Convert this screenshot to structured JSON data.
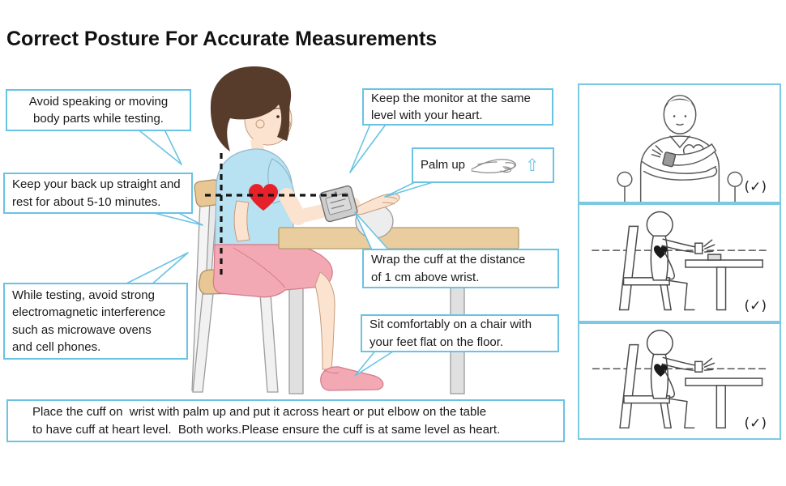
{
  "title": "Correct Posture For Accurate Measurements",
  "callouts": {
    "avoid_speaking": "Avoid speaking or moving\nbody parts while testing.",
    "back_straight": "Keep your back up straight and\nrest for about 5-10 minutes.",
    "electromagnetic": "While testing, avoid strong\nelectromagnetic interference\nsuch as microwave ovens\nand cell phones.",
    "monitor_level": "Keep the monitor at the same\nlevel with your heart.",
    "palm_up": "Palm up",
    "wrap_cuff": "Wrap the cuff at the distance\nof 1 cm above wrist.",
    "sit_comfortably": "Sit comfortably on a chair with\nyour feet flat on the floor.",
    "bottom_note": "Place the cuff on  wrist with palm up and put it across heart or put elbow on the table\nto have cuff at heart level.  Both works.Please ensure the cuff is at same level as heart."
  },
  "icons": {
    "up_arrow": "⇧"
  },
  "panels": [
    {
      "check": "(✓)"
    },
    {
      "check": "(✓)"
    },
    {
      "check": "(✓)"
    }
  ],
  "colors": {
    "accent_blue": "#6ac3e4",
    "panel_border_blue": "#7cc9e2",
    "heart_red": "#e62129",
    "shirt_blue": "#b8e1f1",
    "shorts_pink": "#f3a9b4",
    "table_tan": "#eacd9e"
  }
}
